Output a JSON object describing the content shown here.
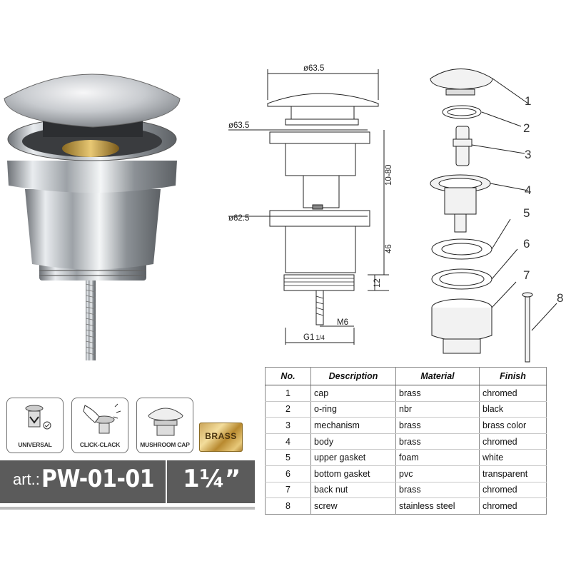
{
  "drawing": {
    "dimensions": {
      "cap_diameter": "ø63.5",
      "flange_diameter": "ø63.5",
      "body_flange_diameter": "ø62.5",
      "height_adjust": "10-80",
      "body_height": "46",
      "thread_height": "12",
      "screw_thread": "M6",
      "pipe_thread": "G1",
      "pipe_thread_fraction": "1/4"
    },
    "callouts": [
      "1",
      "2",
      "3",
      "4",
      "5",
      "6",
      "7",
      "8"
    ]
  },
  "features": [
    {
      "label": "UNIVERSAL",
      "icon": "universal-drain-icon"
    },
    {
      "label": "CLICK-CLACK",
      "icon": "click-clack-hand-icon"
    },
    {
      "label": "MUSHROOM CAP",
      "icon": "mushroom-cap-icon"
    }
  ],
  "material_badge": "BRASS",
  "article": {
    "prefix": "art.:",
    "code": "PW-01-01",
    "size": "1¼”"
  },
  "parts_table": {
    "headers": [
      "No.",
      "Description",
      "Material",
      "Finish"
    ],
    "rows": [
      {
        "no": "1",
        "description": "cap",
        "material": "brass",
        "finish": "chromed"
      },
      {
        "no": "2",
        "description": "o-ring",
        "material": "nbr",
        "finish": "black"
      },
      {
        "no": "3",
        "description": "mechanism",
        "material": "brass",
        "finish": "brass color"
      },
      {
        "no": "4",
        "description": "body",
        "material": "brass",
        "finish": "chromed"
      },
      {
        "no": "5",
        "description": "upper gasket",
        "material": "foam",
        "finish": "white"
      },
      {
        "no": "6",
        "description": "bottom gasket",
        "material": "pvc",
        "finish": "transparent"
      },
      {
        "no": "7",
        "description": "back nut",
        "material": "brass",
        "finish": "chromed"
      },
      {
        "no": "8",
        "description": "screw",
        "material": "stainless steel",
        "finish": "chromed"
      }
    ]
  },
  "colors": {
    "bar": "#5b5b5b",
    "chrome": "#c8ccd0",
    "brass": "#d4b060"
  }
}
